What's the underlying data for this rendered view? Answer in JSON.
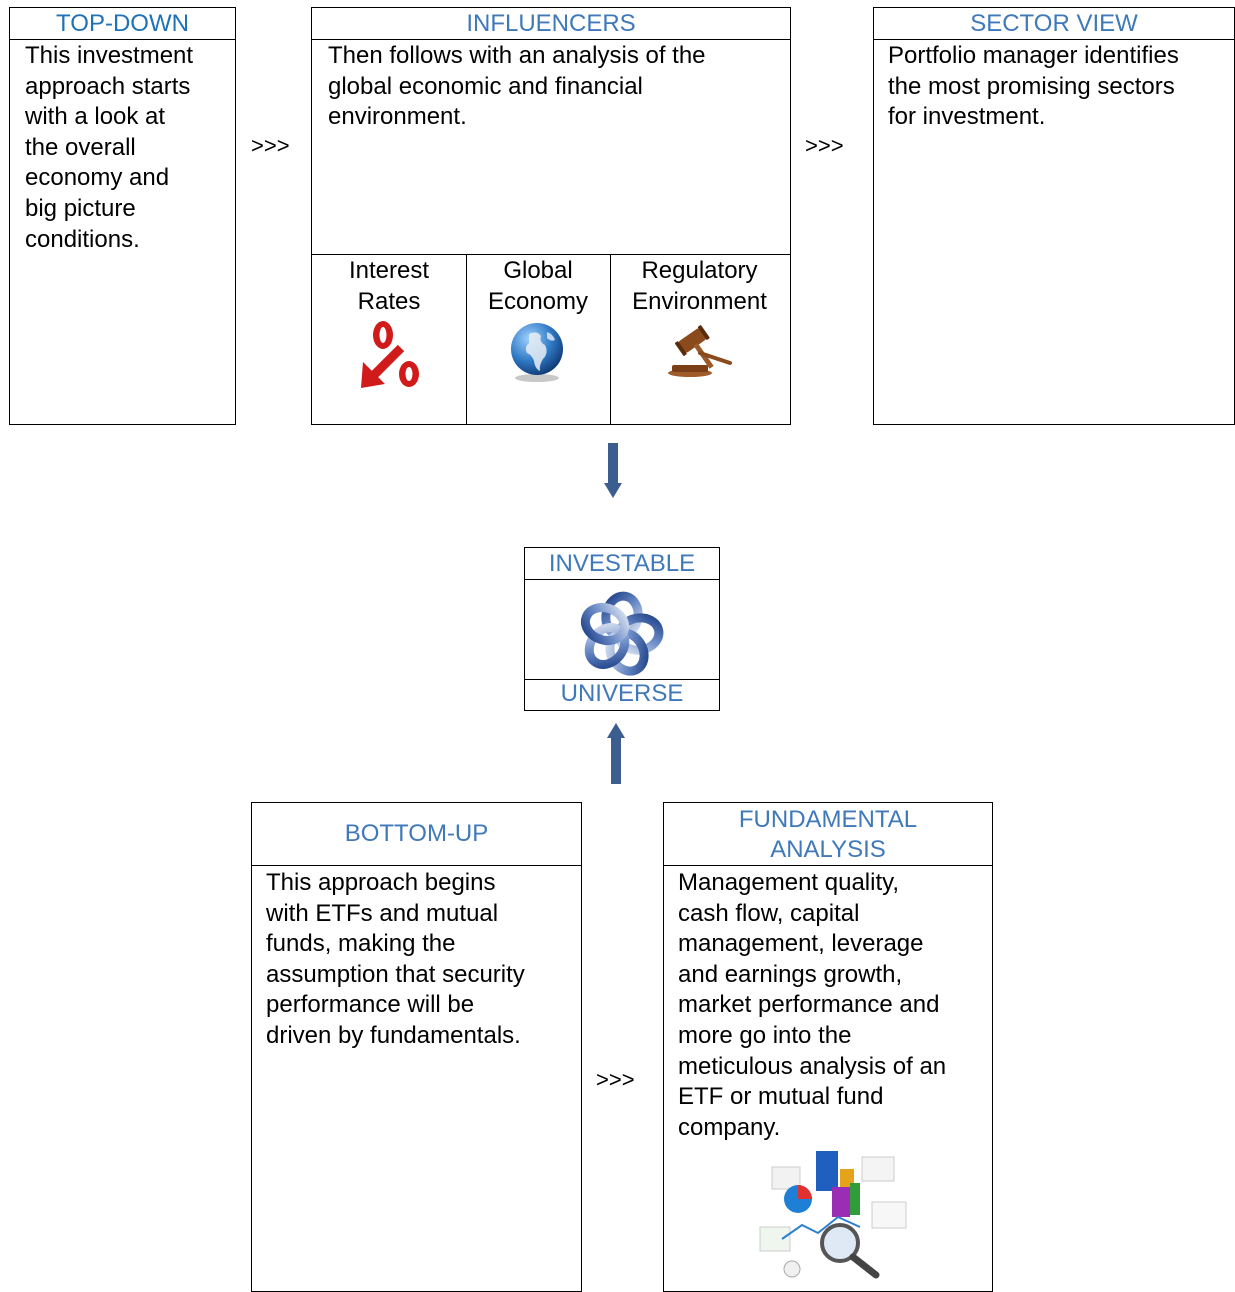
{
  "top_down": {
    "title": "TOP-DOWN",
    "text": "This investment\napproach starts\nwith a look at\nthe overall\neconomy and\nbig picture\nconditions."
  },
  "influencers": {
    "title": "INFLUENCERS",
    "text": "Then follows with an analysis of the\nglobal economic and financial\nenvironment.",
    "factors": [
      {
        "label": "Interest\nRates",
        "icon": "percent-down-icon"
      },
      {
        "label": "Global\nEconomy",
        "icon": "globe-icon"
      },
      {
        "label": "Regulatory\nEnvironment",
        "icon": "gavel-icon"
      }
    ]
  },
  "sector_view": {
    "title": "SECTOR VIEW",
    "text": "Portfolio manager identifies\nthe most promising sectors\nfor investment."
  },
  "separator": ">>>",
  "investable": {
    "title_top": "INVESTABLE",
    "title_bottom": "UNIVERSE",
    "icon": "interlocked-rings-icon"
  },
  "bottom_up": {
    "title": "BOTTOM-UP",
    "text": "This approach begins\nwith ETFs and mutual\nfunds, making the\nassumption that security\nperformance will be\ndriven by fundamentals."
  },
  "fundamental": {
    "title": "FUNDAMENTAL\nANALYSIS",
    "text": "Management quality,\ncash flow, capital\nmanagement, leverage\nand earnings growth,\nmarket performance and\nmore go into the\nmeticulous analysis of an\nETF or mutual fund\ncompany.",
    "icon": "analytics-charts-icon"
  },
  "colors": {
    "header": "#3f79b9",
    "arrow": "#3b5d8f"
  }
}
